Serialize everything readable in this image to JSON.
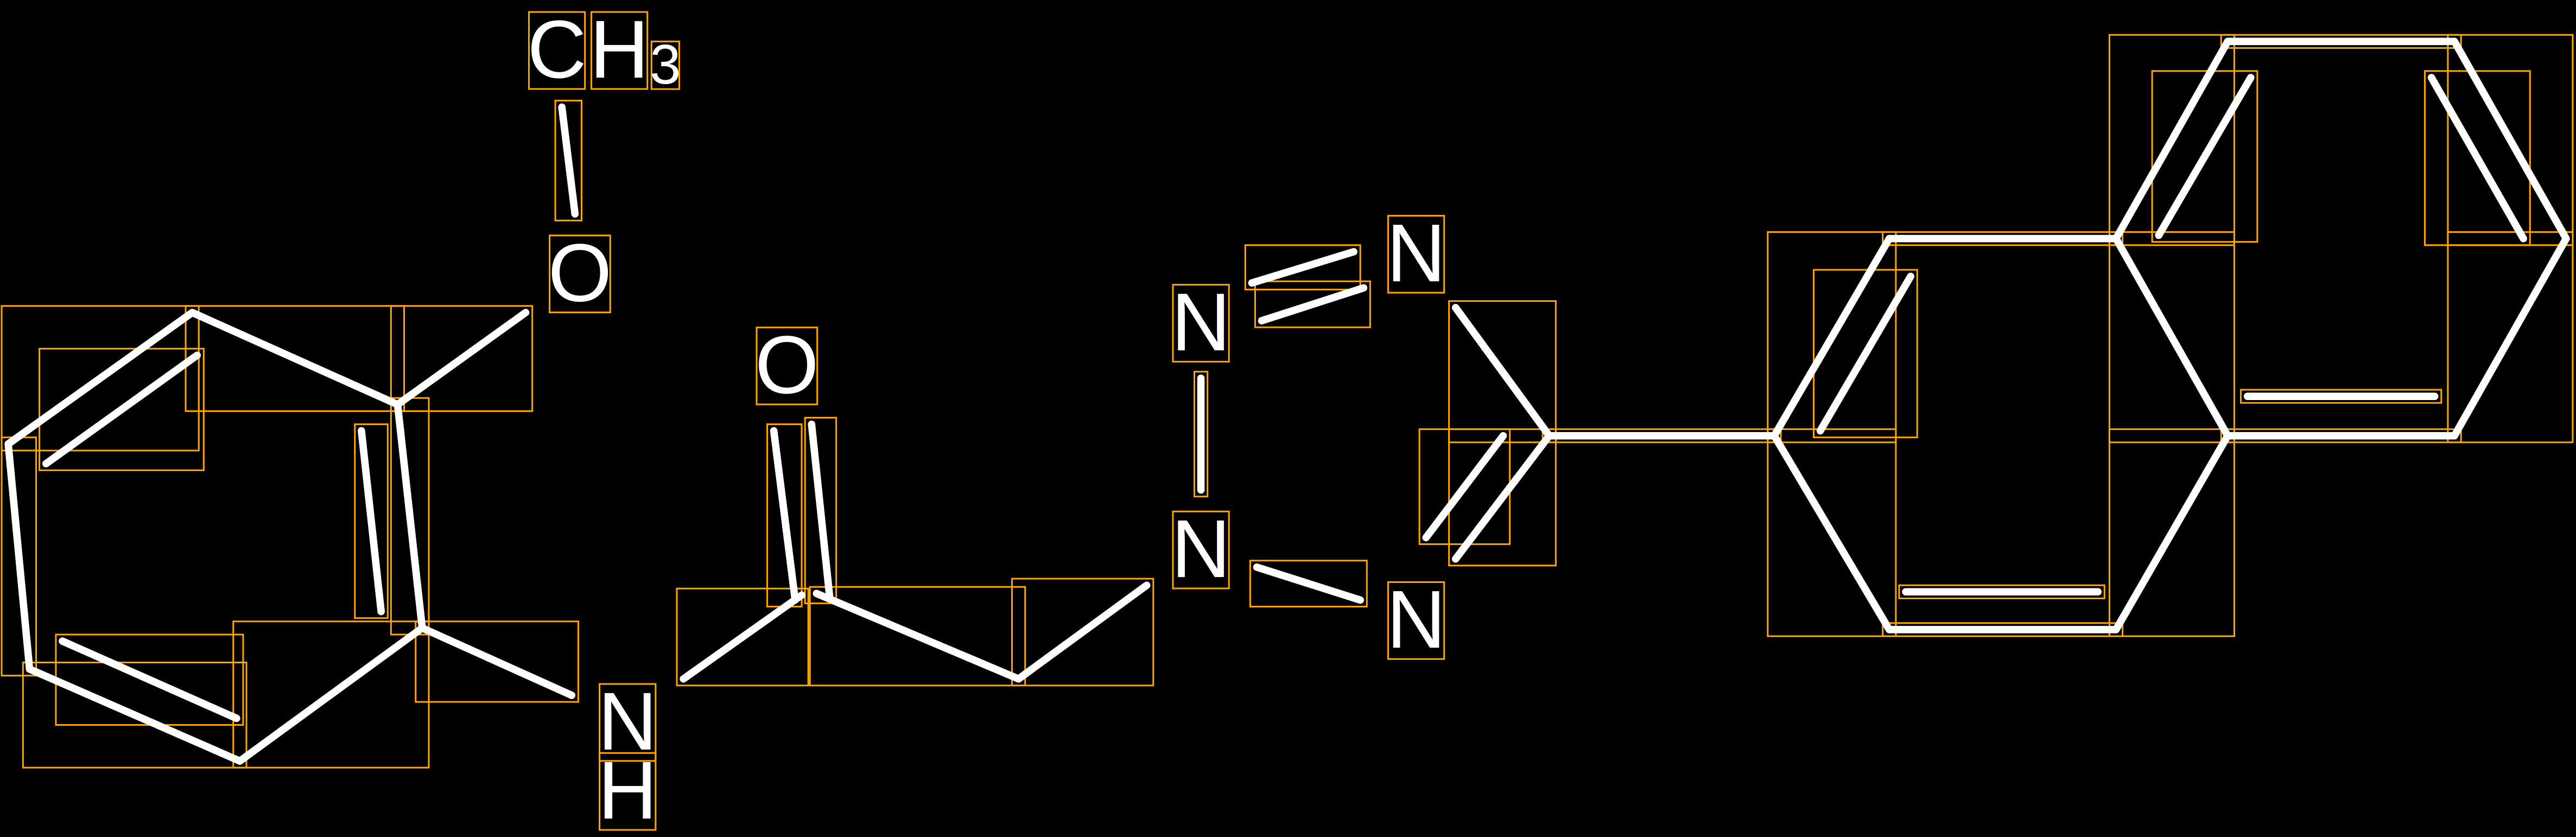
{
  "molecule": {
    "atoms": {
      "methyl_c": "C",
      "methyl_h": "H",
      "methyl_sub": "3",
      "methoxy_o": "O",
      "carbonyl_o": "O",
      "amide_n": "N",
      "amide_h": "H",
      "triazole_n1": "N",
      "triazole_n2": "N",
      "triazole_n3": "N",
      "triazole_n4": "N"
    }
  },
  "colors": {
    "background": "#000000",
    "bond": "#ffffff",
    "annotation_box": "#ffa500"
  }
}
